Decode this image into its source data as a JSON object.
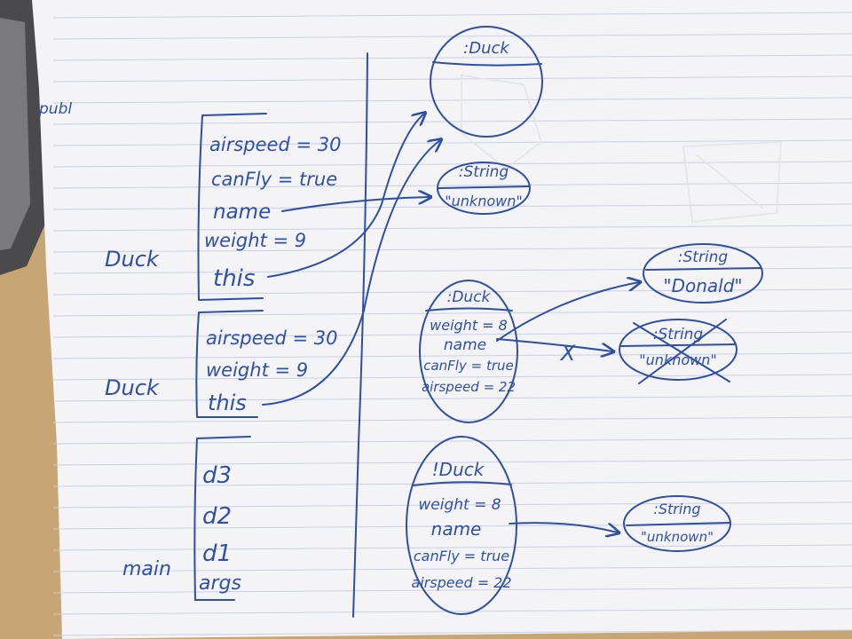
{
  "colors": {
    "paper": "#f4f4f6",
    "rule_line": "#c9cfe6",
    "ink": "#2f4fa0",
    "desk": "#c8a574",
    "tray": "#5d5d5f"
  },
  "margin_text": "publ",
  "stack": {
    "frames": [
      {
        "label": "Duck",
        "vars": [
          "airspeed = 30",
          "canFly = true",
          "name",
          "weight = 9",
          "this"
        ]
      },
      {
        "label": "Duck",
        "vars": [
          "airspeed = 30",
          "weight = 9",
          "this"
        ]
      },
      {
        "label": "main",
        "vars": [
          "d3",
          "d2",
          "d1",
          "args"
        ]
      }
    ]
  },
  "heap": {
    "objects": [
      {
        "type": ":Duck",
        "fields": []
      },
      {
        "type": ":String",
        "fields": [
          "\"unknown\""
        ]
      },
      {
        "type": ":Duck",
        "fields": [
          "weight = 8",
          "name",
          "canFly = true",
          "airspeed = 22"
        ]
      },
      {
        "type": ":String",
        "fields": [
          "\"Donald\""
        ]
      },
      {
        "type": ":String",
        "fields": [
          "\"unknown\""
        ],
        "crossed_out": true
      },
      {
        "type": "!Duck",
        "fields": [
          "weight = 8",
          "name",
          "canFly = true",
          "airspeed = 22"
        ]
      },
      {
        "type": ":String",
        "fields": [
          "\"unknown\""
        ]
      }
    ],
    "broken_reference_mark": "X"
  }
}
